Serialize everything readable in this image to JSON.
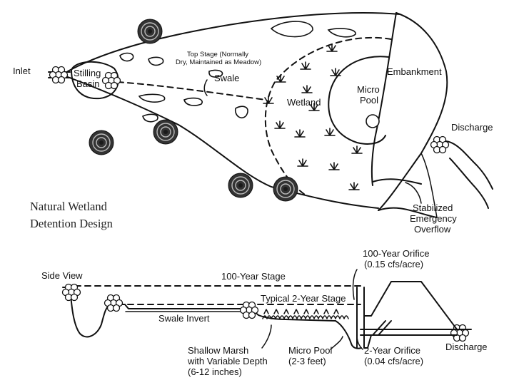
{
  "title": {
    "line1": "Natural Wetland",
    "line2": "Detention Design"
  },
  "plan_view": {
    "inlet": "Inlet",
    "stilling_basin_1": "Stilling",
    "stilling_basin_2": "Basin",
    "top_stage_1": "Top Stage (Normally",
    "top_stage_2": "Dry, Maintained as Meadow)",
    "swale": "Swale",
    "wetland": "Wetland",
    "micro_pool_1": "Micro",
    "micro_pool_2": "Pool",
    "embankment": "Embankment",
    "discharge": "Discharge",
    "stabilized_1": "Stabilized",
    "stabilized_2": "Emergency",
    "stabilized_3": "Overflow"
  },
  "side_view": {
    "label": "Side View",
    "stage_100": "100-Year Stage",
    "orifice_100_1": "100-Year Orifice",
    "orifice_100_2": "(0.15 cfs/acre)",
    "stage_2": "Typical 2-Year Stage",
    "swale_invert": "Swale Invert",
    "shallow_marsh_1": "Shallow Marsh",
    "shallow_marsh_2": "with Variable Depth",
    "shallow_marsh_3": "(6-12 inches)",
    "micro_pool_1": "Micro Pool",
    "micro_pool_2": "(2-3 feet)",
    "orifice_2_1": "2-Year Orifice",
    "orifice_2_2": "(0.04 cfs/acre)",
    "discharge": "Discharge"
  }
}
